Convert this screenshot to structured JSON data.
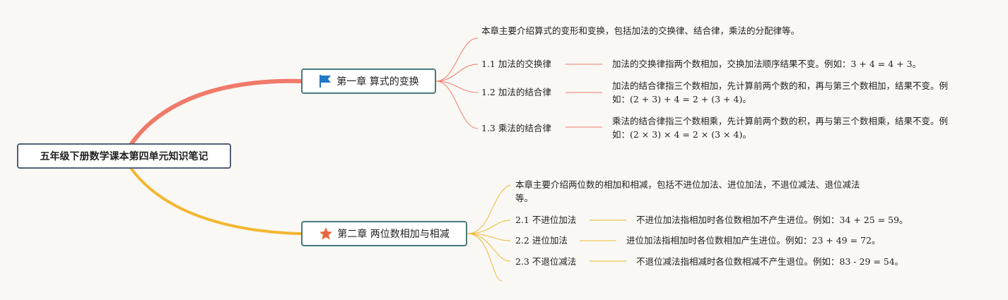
{
  "root": {
    "label": "五年级下册数学课本第四单元知识笔记"
  },
  "chapters": [
    {
      "label": "第一章 算式的变换",
      "icon": "flag-icon",
      "intro": "本章主要介绍算式的变形和变换，包括加法的交换律、结合律，乘法的分配律等。",
      "items": [
        {
          "title": "1.1 加法的交换律",
          "detail": "加法的交换律指两个数相加，交换加法顺序结果不变。例如：3 + 4 = 4 + 3。"
        },
        {
          "title": "1.2 加法的结合律",
          "detail": "加法的结合律指三个数相加，先计算前两个数的和，再与第三个数相加，结果不变。例如：(2 + 3) + 4 = 2 + (3 + 4)。"
        },
        {
          "title": "1.3 乘法的结合律",
          "detail": "乘法的结合律指三个数相乘，先计算前两个数的积，再与第三个数相乘，结果不变。例如：(2 × 3) × 4 = 2 × (3 × 4)。"
        }
      ]
    },
    {
      "label": "第二章 两位数相加与相减",
      "icon": "star-icon",
      "intro": "本章主要介绍两位数的相加和相减，包括不进位加法、进位加法，不退位减法、退位减法等。",
      "items": [
        {
          "title": "2.1 不进位加法",
          "detail": "不进位加法指相加时各位数相加不产生进位。例如：34 + 25 = 59。"
        },
        {
          "title": "2.2 进位加法",
          "detail": "进位加法指相加时各位数相加产生进位。例如：23 + 49 = 72。"
        },
        {
          "title": "2.3 不退位减法",
          "detail": "不退位减法指相减时各位数相减不产生退位。例如：83 - 29 = 54。"
        }
      ]
    }
  ],
  "colors": {
    "branch1": "#f07a6a",
    "branch2": "#f2b731",
    "nodeBorder": "#4a7a7a"
  }
}
